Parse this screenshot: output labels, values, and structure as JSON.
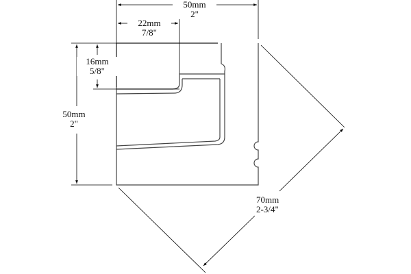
{
  "dimensions": {
    "overall_width": {
      "metric": "50mm",
      "imperial": "2\""
    },
    "inner_width": {
      "metric": "22mm",
      "imperial": "7/8\""
    },
    "step_depth": {
      "metric": "16mm",
      "imperial": "5/8\""
    },
    "overall_height": {
      "metric": "50mm",
      "imperial": "2\""
    },
    "diagonal": {
      "metric": "70mm",
      "imperial": "2-3/4\""
    }
  },
  "colors": {
    "line": "#333333",
    "dimension": "#000000",
    "background": "#ffffff"
  }
}
